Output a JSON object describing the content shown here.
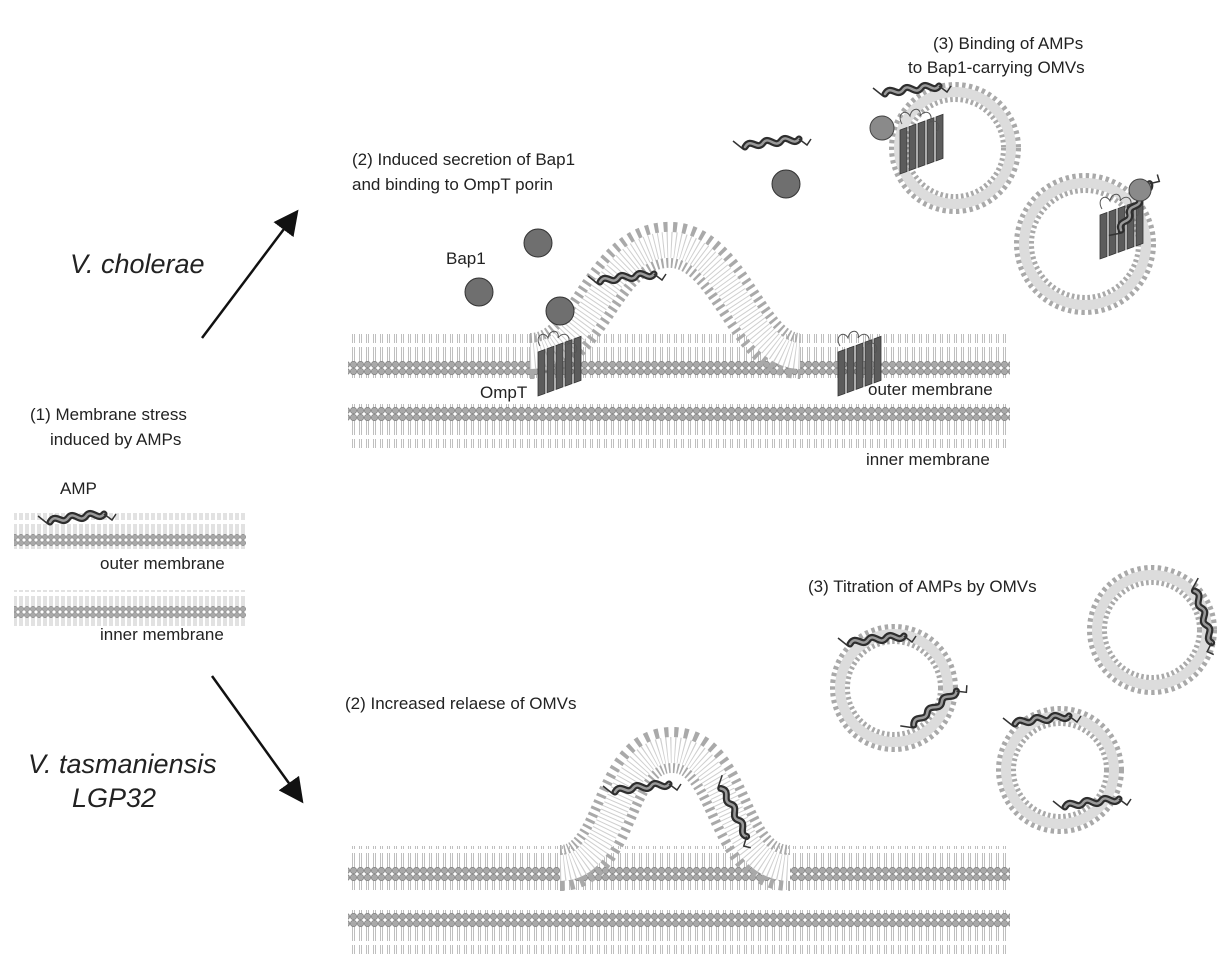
{
  "species": {
    "cholerae": "V. cholerae",
    "tasmaniensis_line1": "V. tasmaniensis",
    "tasmaniensis_line2": "LGP32"
  },
  "step1": {
    "line1": "(1) Membrane stress",
    "line2": "induced by AMPs",
    "amp_label": "AMP",
    "outer_membrane": "outer membrane",
    "inner_membrane": "inner membrane"
  },
  "cholerae": {
    "step2_line1": "(2) Induced secretion of Bap1",
    "step2_line2": "and binding to OmpT porin",
    "bap1_label": "Bap1",
    "ompt_label": "OmpT",
    "outer_membrane": "outer membrane",
    "inner_membrane": "inner membrane",
    "step3_line1": "(3) Binding of AMPs",
    "step3_line2": "to Bap1-carrying OMVs"
  },
  "tasmaniensis": {
    "step2": "(2) Increased relaese of OMVs",
    "step3": "(3) Titration of AMPs by OMVs"
  },
  "colors": {
    "lipid_head": "#a9a9a9",
    "lipid_stroke": "#7a7a7a",
    "protein": "#5c5c5c",
    "arrow": "#111111"
  }
}
